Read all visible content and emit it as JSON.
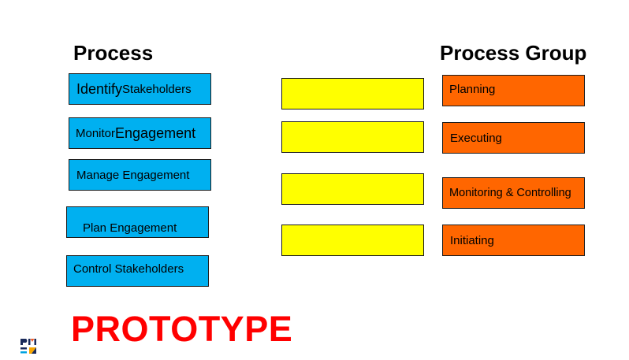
{
  "headings": {
    "process": "Process",
    "process_group": "Process Group"
  },
  "process_items": [
    {
      "text_a": "Identify",
      "text_b": " Stakeholders"
    },
    {
      "text_a": "Monitor ",
      "text_b": "Engagement"
    },
    {
      "text_a": "Manage Engagement",
      "text_b": ""
    },
    {
      "text_a": "Plan Engagement",
      "text_b": ""
    },
    {
      "text_a": "Control Stakeholders",
      "text_b": ""
    }
  ],
  "answer_slots": [
    "",
    "",
    "",
    ""
  ],
  "process_groups": [
    "Planning",
    "Executing",
    "Monitoring & Controlling",
    "Initiating"
  ],
  "stamp": "PROTOTYPE",
  "logo": {
    "text": "PMI",
    "icon": "pmi-logo-icon"
  },
  "colors": {
    "process_box": "#00b0f0",
    "slot_box": "#ffff00",
    "group_box": "#ff6600",
    "stamp": "#ff0000"
  }
}
